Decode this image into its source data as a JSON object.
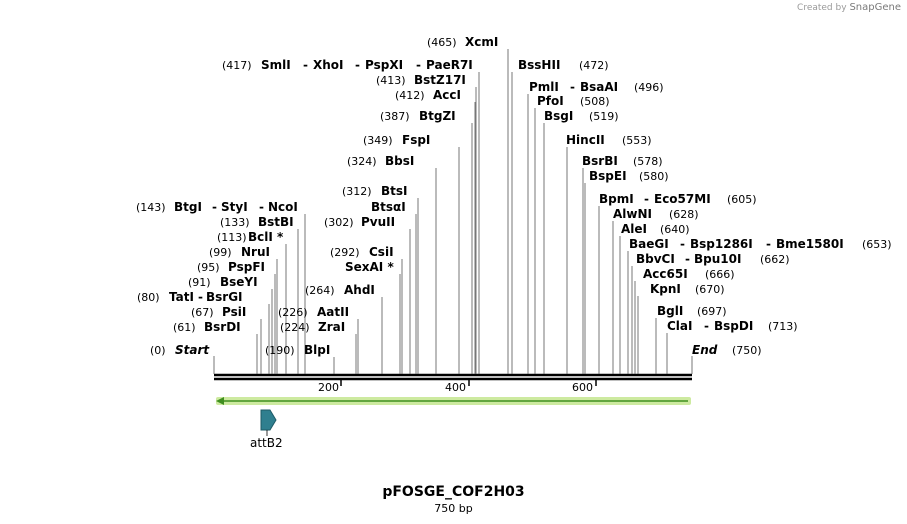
{
  "credit": {
    "created_by": "Created by",
    "brand": "SnapGene"
  },
  "plasmid": {
    "name": "pFOSGE_COF2H03",
    "length_label": "750 bp",
    "length": 750
  },
  "ends": {
    "start_label": "Start",
    "start_pos": "(0)",
    "end_label": "End",
    "end_pos": "(750)"
  },
  "ruler": {
    "ticks": [
      "200",
      "400",
      "600"
    ]
  },
  "feature": {
    "name": "attB2"
  },
  "sites": [
    {
      "pos": "(61)",
      "names": [
        "BsrDI"
      ]
    },
    {
      "pos": "(67)",
      "names": [
        "PsiI"
      ]
    },
    {
      "pos": "(80)",
      "names": [
        "TatI",
        "BsrGI"
      ]
    },
    {
      "pos": "(91)",
      "names": [
        "BseYI"
      ]
    },
    {
      "pos": "(95)",
      "names": [
        "PspFI"
      ]
    },
    {
      "pos": "(99)",
      "names": [
        "NruI"
      ]
    },
    {
      "pos": "(113)",
      "names": [
        "BclI *"
      ]
    },
    {
      "pos": "(133)",
      "names": [
        "BstBI"
      ]
    },
    {
      "pos": "(143)",
      "names": [
        "BtgI",
        "StyI",
        "NcoI"
      ]
    },
    {
      "pos": "(190)",
      "names": [
        "BlpI"
      ]
    },
    {
      "pos": "(224)",
      "names": [
        "ZraI"
      ]
    },
    {
      "pos": "(226)",
      "names": [
        "AatII"
      ]
    },
    {
      "pos": "(264)",
      "names": [
        "AhdI"
      ]
    },
    {
      "pos": "",
      "names": [
        "SexAI *"
      ]
    },
    {
      "pos": "(292)",
      "names": [
        "CsiI"
      ]
    },
    {
      "pos": "(302)",
      "names": [
        "PvuII"
      ]
    },
    {
      "pos": "",
      "names": [
        "BtsαI"
      ]
    },
    {
      "pos": "(312)",
      "names": [
        "BtsI"
      ]
    },
    {
      "pos": "(324)",
      "names": [
        "BbsI"
      ]
    },
    {
      "pos": "(349)",
      "names": [
        "FspI"
      ]
    },
    {
      "pos": "(387)",
      "names": [
        "BtgZI"
      ]
    },
    {
      "pos": "(412)",
      "names": [
        "AccI"
      ]
    },
    {
      "pos": "(413)",
      "names": [
        "BstZ17I"
      ]
    },
    {
      "pos": "(417)",
      "names": [
        "SmlI",
        "XhoI",
        "PspXI",
        "PaeR7I"
      ]
    },
    {
      "pos": "(465)",
      "names": [
        "XcmI"
      ]
    },
    {
      "pos": "(472)",
      "names": [
        "BssHII"
      ]
    },
    {
      "pos": "(496)",
      "names": [
        "PmlI",
        "BsaAI"
      ]
    },
    {
      "pos": "(508)",
      "names": [
        "PfoI"
      ]
    },
    {
      "pos": "(519)",
      "names": [
        "BsgI"
      ]
    },
    {
      "pos": "(553)",
      "names": [
        "HincII"
      ]
    },
    {
      "pos": "(578)",
      "names": [
        "BsrBI"
      ]
    },
    {
      "pos": "(580)",
      "names": [
        "BspEI"
      ]
    },
    {
      "pos": "(605)",
      "names": [
        "BpmI",
        "Eco57MI"
      ]
    },
    {
      "pos": "(628)",
      "names": [
        "AlwNI"
      ]
    },
    {
      "pos": "(640)",
      "names": [
        "AleI"
      ]
    },
    {
      "pos": "(653)",
      "names": [
        "BaeGI",
        "Bsp1286I",
        "Bme1580I"
      ]
    },
    {
      "pos": "(662)",
      "names": [
        "BbvCI",
        "Bpu10I"
      ]
    },
    {
      "pos": "(666)",
      "names": [
        "Acc65I"
      ]
    },
    {
      "pos": "(670)",
      "names": [
        "KpnI"
      ]
    },
    {
      "pos": "(697)",
      "names": [
        "BglI"
      ]
    },
    {
      "pos": "(713)",
      "names": [
        "ClaI",
        "BspDI"
      ]
    }
  ]
}
